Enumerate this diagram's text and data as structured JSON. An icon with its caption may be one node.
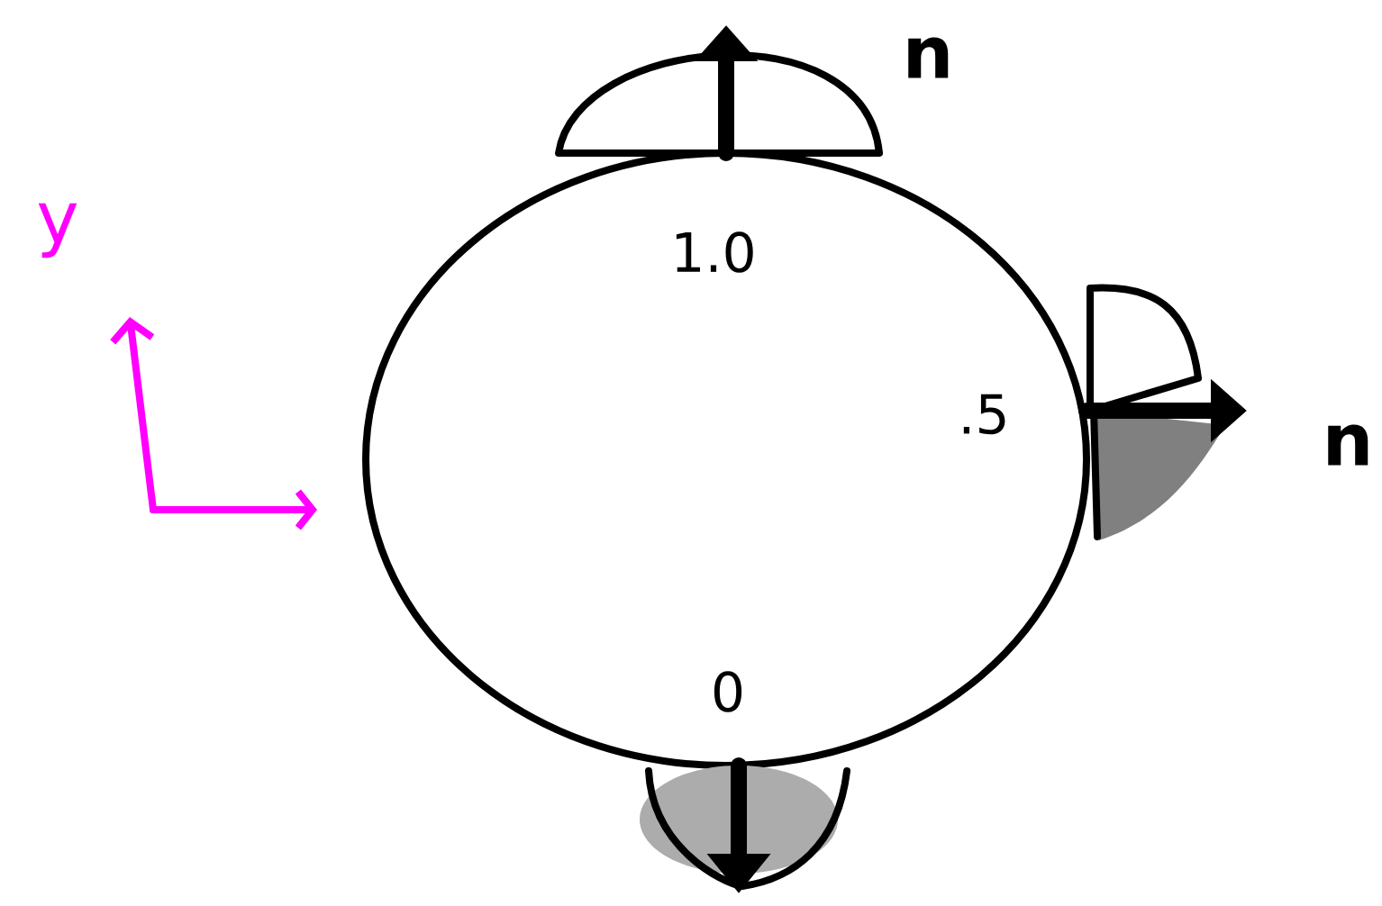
{
  "diagram": {
    "labels": [
      "n",
      "y",
      "1.0",
      ".5",
      "n",
      "0"
    ]
  }
}
